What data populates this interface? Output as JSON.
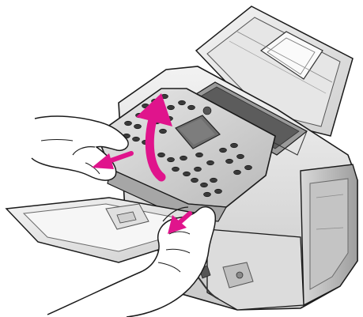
{
  "illustration": {
    "subject": "printer-control-panel-lift",
    "colors": {
      "outline": "#1a1a1a",
      "body_light": "#eeeeee",
      "body_mid": "#d6d6d6",
      "body_dark": "#a8a8a8",
      "display": "#6e6e6e",
      "arrow": "#e0148c",
      "hand": "#ffffff"
    },
    "icons": [
      "lift-arrow",
      "pull-arrow-left",
      "pull-arrow-lower"
    ]
  }
}
